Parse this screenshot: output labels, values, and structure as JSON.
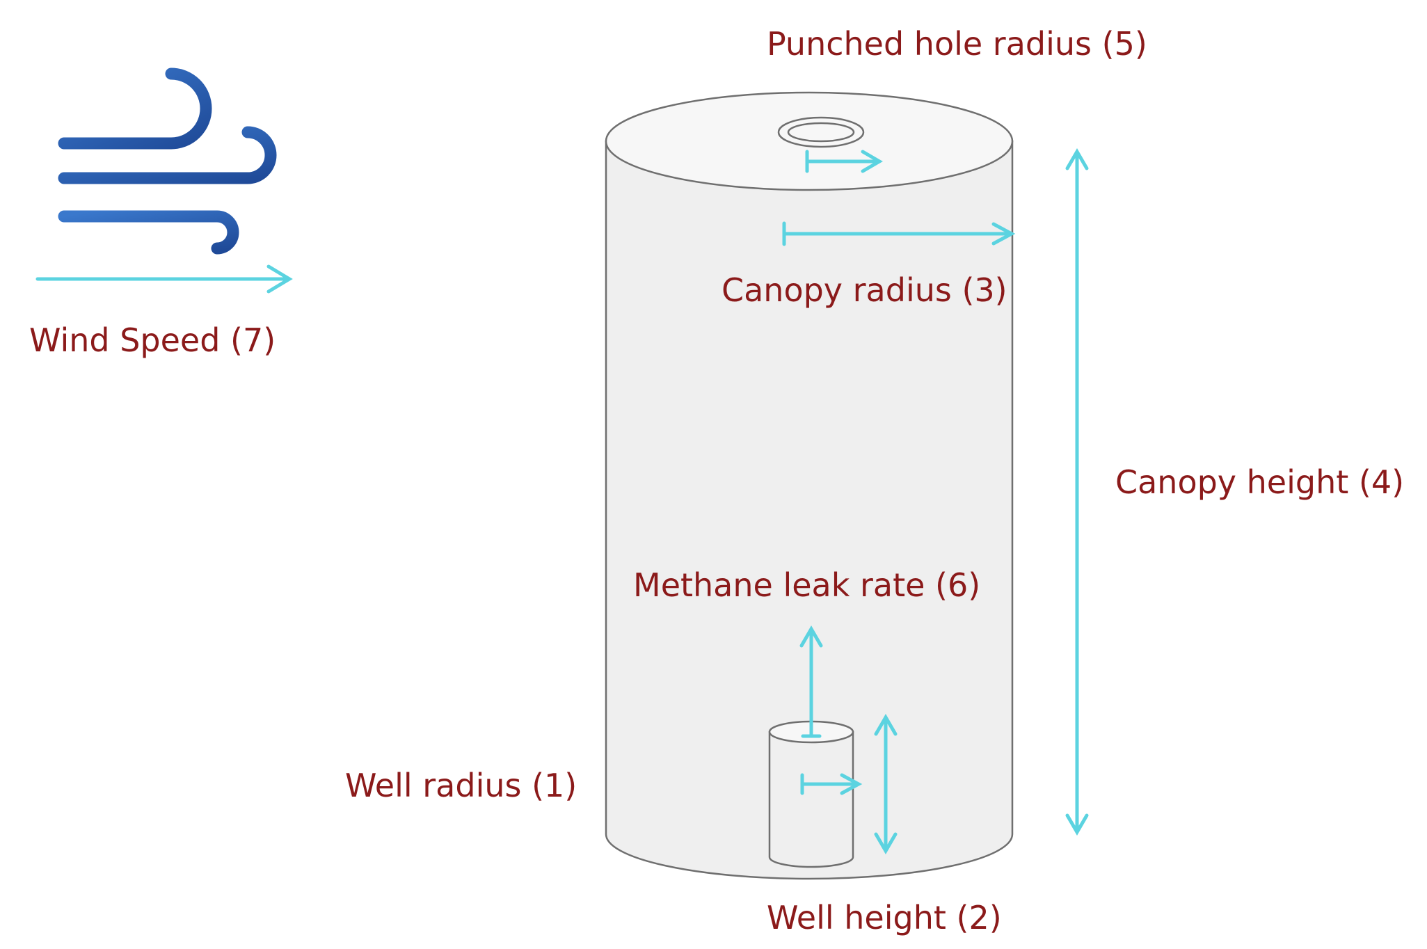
{
  "labels": {
    "punched_hole_radius": "Punched hole radius (5)",
    "canopy_radius": "Canopy radius (3)",
    "canopy_height": "Canopy height (4)",
    "methane_leak_rate": "Methane leak rate (6)",
    "well_radius": "Well radius (1)",
    "well_height": "Well height (2)",
    "wind_speed": "Wind Speed (7)"
  },
  "icons": {
    "wind": "wind-icon"
  },
  "colors": {
    "label_text": "#8b1a1a",
    "arrow": "#5bd3e0",
    "wind_icon": "#2f5fb0",
    "canopy_fill": "#efefef",
    "canopy_top_fill": "#f7f7f7",
    "outline": "#6f6f6f"
  }
}
